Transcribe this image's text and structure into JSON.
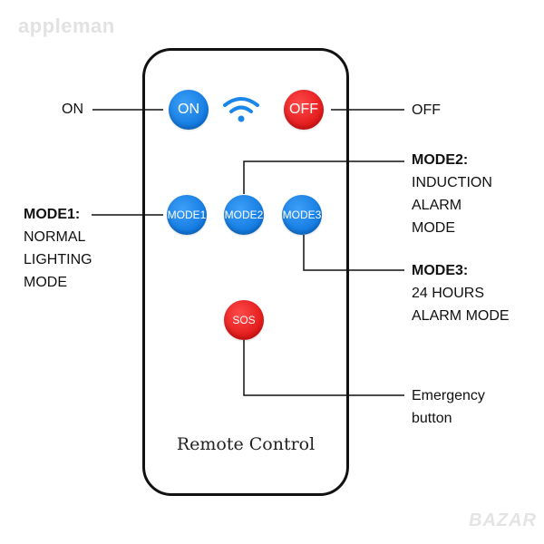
{
  "watermark": "appleman",
  "watermark_corner": "BAZAR",
  "remote": {
    "label": "Remote Control",
    "buttons": {
      "on": "ON",
      "off": "OFF",
      "mode1": "MODE1",
      "mode2": "MODE2",
      "mode3": "MODE3",
      "sos": "SOS"
    },
    "wifi_icon": "wifi-icon"
  },
  "callouts": {
    "on": "ON",
    "off": "OFF",
    "mode1": {
      "title": "MODE1:",
      "lines": [
        "NORMAL",
        "LIGHTING",
        "MODE"
      ]
    },
    "mode2": {
      "title": "MODE2:",
      "lines": [
        "INDUCTION",
        "ALARM",
        "MODE"
      ]
    },
    "mode3": {
      "title": "MODE3:",
      "lines": [
        "24 HOURS",
        "ALARM MODE"
      ]
    },
    "sos": {
      "lines": [
        "Emergency",
        "button"
      ]
    }
  },
  "colors": {
    "blue_button": "#1179e0",
    "red_button": "#e01818",
    "outline": "#111111"
  }
}
